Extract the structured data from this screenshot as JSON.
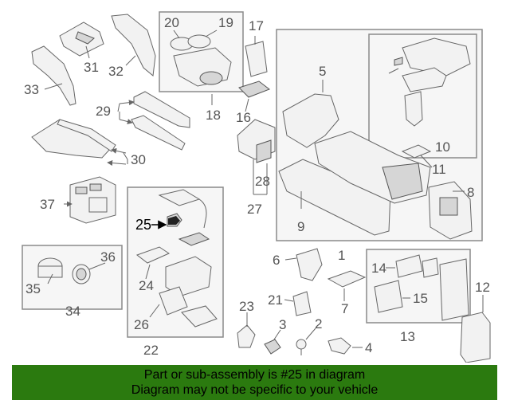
{
  "diagram": {
    "callouts": [
      "1",
      "2",
      "3",
      "4",
      "5",
      "6",
      "7",
      "8",
      "9",
      "10",
      "11",
      "12",
      "13",
      "14",
      "15",
      "16",
      "17",
      "18",
      "19",
      "20",
      "21",
      "22",
      "23",
      "24",
      "25",
      "26",
      "27",
      "28",
      "29",
      "30",
      "31",
      "32",
      "33",
      "34",
      "35",
      "36",
      "37"
    ],
    "highlighted_part": "25"
  },
  "footer": {
    "line1": "Part or sub-assembly is #25 in diagram",
    "line2": "Diagram may not be specific to your vehicle"
  },
  "colors": {
    "footer_bg": "#2b7a0f",
    "line_art": "#666666"
  }
}
